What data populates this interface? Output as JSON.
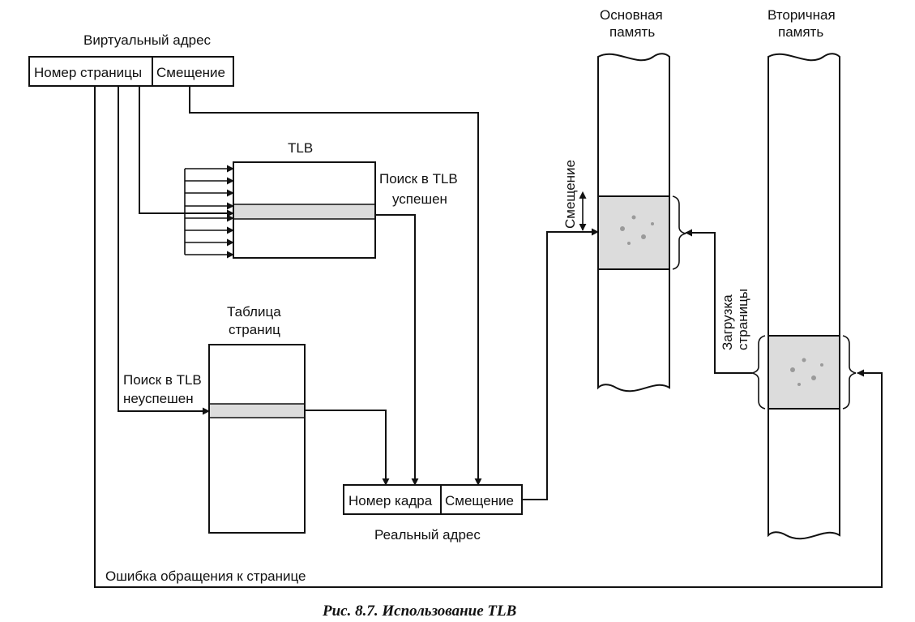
{
  "virtual_address": {
    "title": "Виртуальный адрес",
    "page_number": "Номер страницы",
    "offset": "Смещение"
  },
  "tlb": {
    "title": "TLB",
    "hit_line1": "Поиск в TLB",
    "hit_line2": "успешен"
  },
  "page_table": {
    "title_line1": "Таблица",
    "title_line2": "страниц",
    "miss_line1": "Поиск в TLB",
    "miss_line2": "неуспешен"
  },
  "real_address": {
    "title": "Реальный адрес",
    "frame_number": "Номер кадра",
    "offset": "Смещение"
  },
  "main_memory": {
    "title_line1": "Основная",
    "title_line2": "память",
    "offset_label": "Смещение"
  },
  "secondary_memory": {
    "title_line1": "Вторичная",
    "title_line2": "память",
    "load_line1": "Загрузка",
    "load_line2": "страницы"
  },
  "page_fault": "Ошибка обращения к странице",
  "caption": "Рис. 8.7. Использование TLB"
}
